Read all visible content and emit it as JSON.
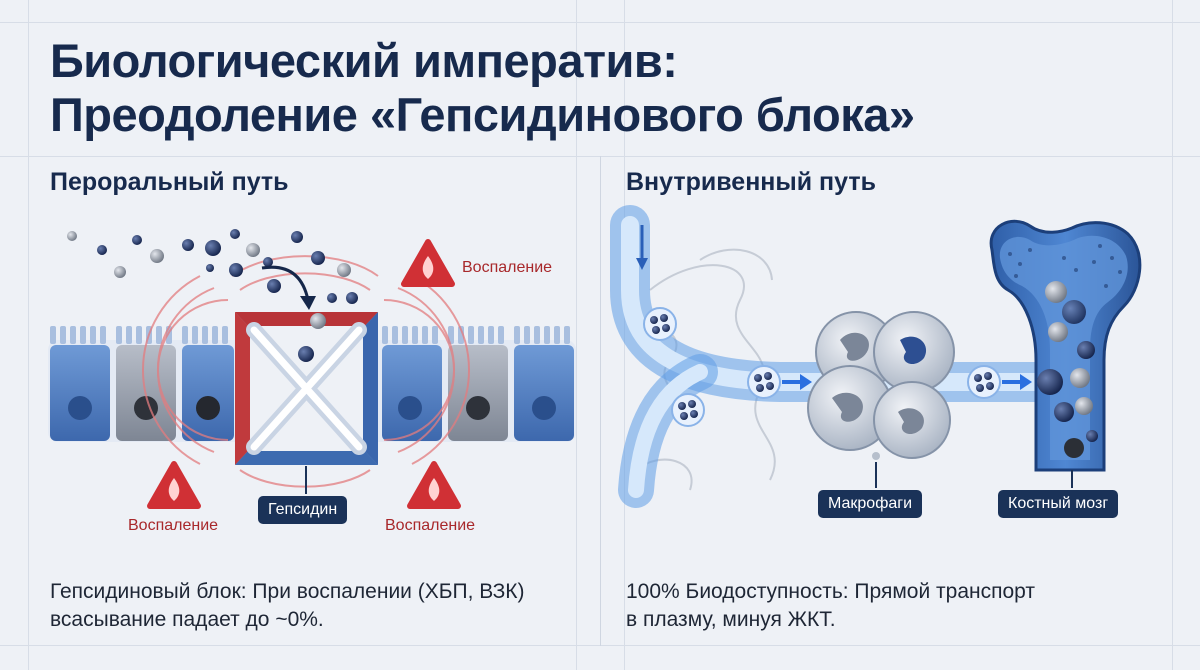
{
  "title": {
    "line1": "Биологический императив:",
    "line2": "Преодоление «Гепсидинового блока»"
  },
  "oral": {
    "heading": "Пероральный путь",
    "inflammation_label": "Воспаление",
    "hepcidin_label": "Гепсидин",
    "caption_line1": "Гепсидиновый блок: При воспалении (ХБП, ВЗК)",
    "caption_line2": "всасывание падает до ~0%."
  },
  "iv": {
    "heading": "Внутривенный путь",
    "macrophages_label": "Макрофаги",
    "marrow_label": "Костный мозг",
    "caption_line1": "100% Биодоступность: Прямой транспорт",
    "caption_line2": "в плазму, минуя ЖКТ."
  },
  "colors": {
    "navy": "#172a4d",
    "alert_red": "#c9292e",
    "blue": "#3b74c4",
    "light_blue": "#8fbdf0"
  },
  "icons": [
    "fire-warning-icon",
    "flow-arrow-icon"
  ]
}
